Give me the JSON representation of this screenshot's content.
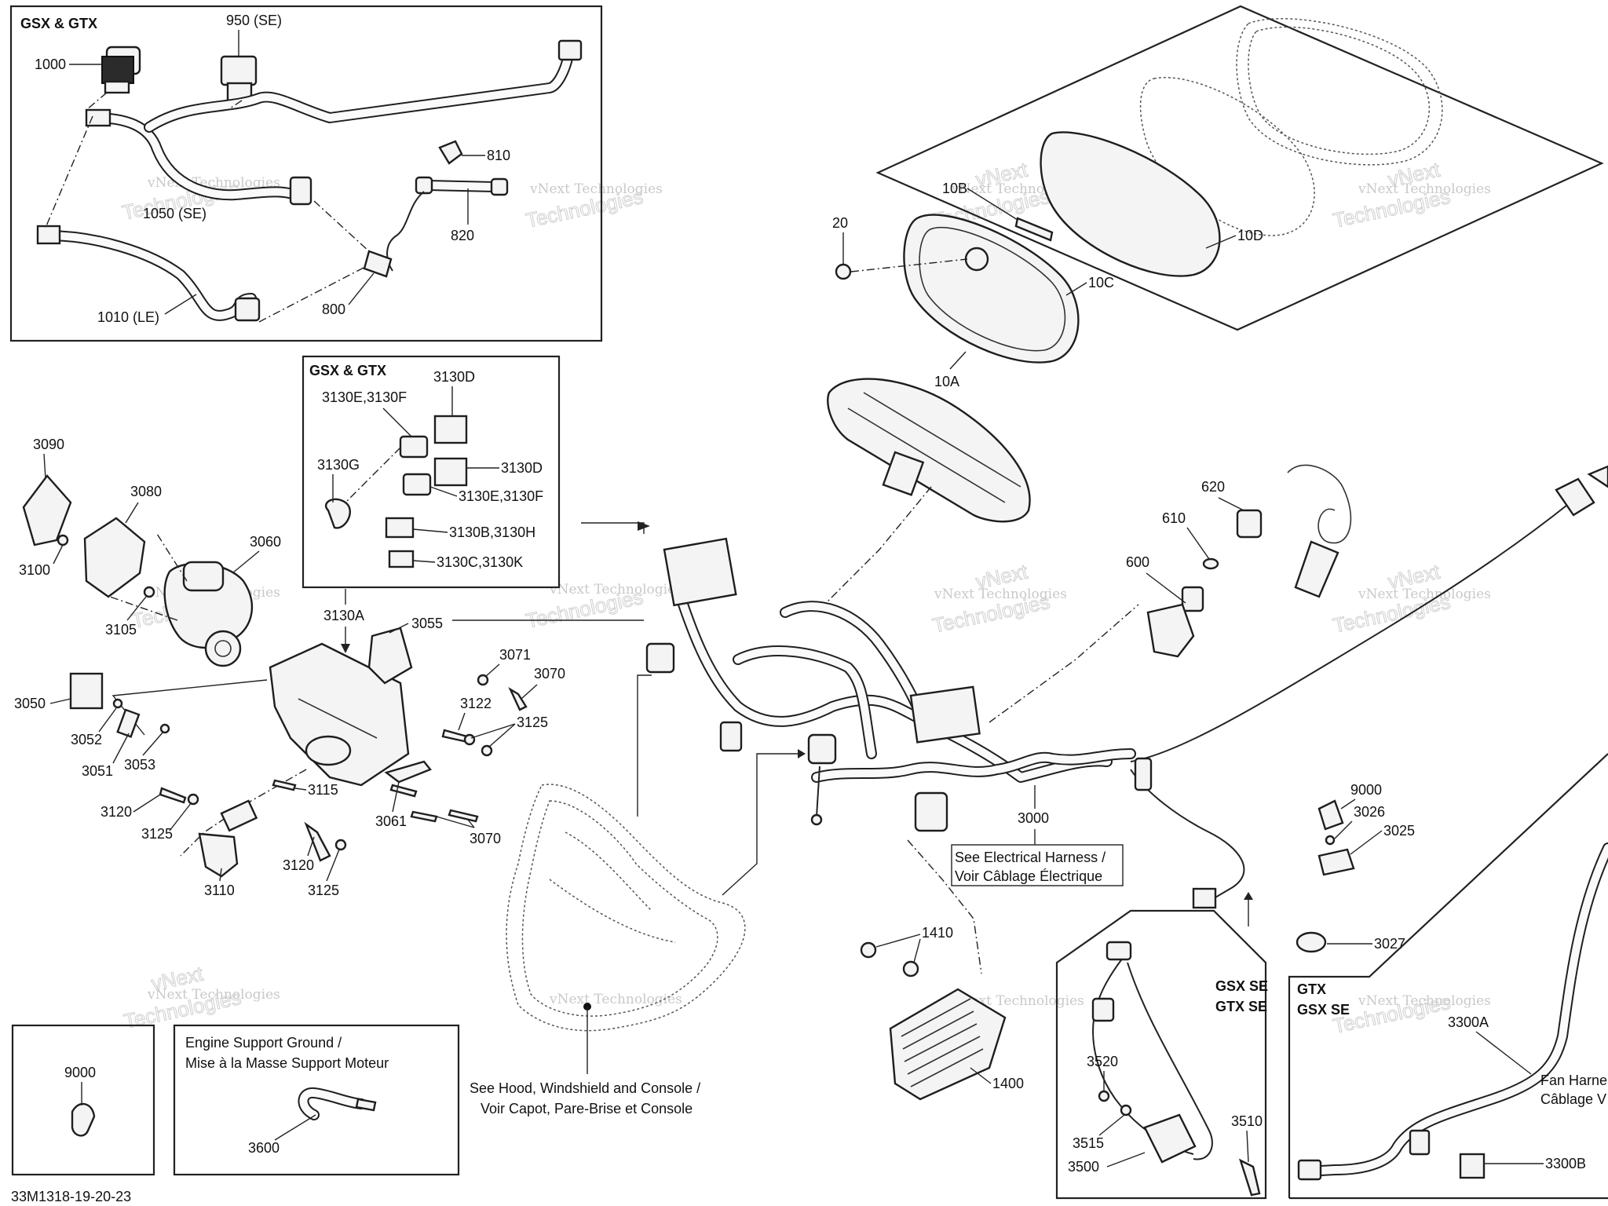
{
  "diagram_id": "33M1318-19-20-23",
  "watermark": {
    "line1": "vNext Technologies",
    "line2": "Technologies",
    "top": "vNext"
  },
  "boxes": {
    "top_left": {
      "title": "GSX & GTX"
    },
    "relays": {
      "title": "GSX & GTX"
    },
    "se": {
      "title_1": "GSX SE",
      "title_2": "GTX SE"
    },
    "fan": {
      "title_1": "GTX",
      "title_2": "GSX SE",
      "note_1": "Fan Harne",
      "note_2": "Câblage V"
    },
    "ground": {
      "note_1": "Engine Support Ground /",
      "note_2": "Mise à la Masse Support Moteur"
    }
  },
  "notes": {
    "harness_1": "See Electrical Harness /",
    "harness_2": "Voir Câblage Électrique",
    "hood_1": "See Hood, Windshield and Console /",
    "hood_2": "Voir Capot, Pare-Brise et Console"
  },
  "labels": {
    "p1000": "1000",
    "p950": "950 (SE)",
    "p810": "810",
    "p1050": "1050 (SE)",
    "p820": "820",
    "p800": "800",
    "p1010": "1010 (LE)",
    "p10b": "10B",
    "p20": "20",
    "p10d": "10D",
    "p10c": "10C",
    "p10a": "10A",
    "p3130d_1": "3130D",
    "p3130ef_1": "3130E,3130F",
    "p3130g": "3130G",
    "p3130d_2": "3130D",
    "p3130ef_2": "3130E,3130F",
    "p3130bh": "3130B,3130H",
    "p3130ck": "3130C,3130K",
    "p3130a": "3130A",
    "p3090": "3090",
    "p3080": "3080",
    "p3060": "3060",
    "p3100": "3100",
    "p3105": "3105",
    "p3055": "3055",
    "p3071": "3071",
    "p3070_1": "3070",
    "p3050": "3050",
    "p3122": "3122",
    "p3125_1": "3125",
    "p3052": "3052",
    "p3051": "3051",
    "p3053": "3053",
    "p3120_1": "3120",
    "p3125_2": "3125",
    "p3115": "3115",
    "p3061": "3061",
    "p3070_2": "3070",
    "p3110": "3110",
    "p3120_2": "3120",
    "p3125_3": "3125",
    "p620": "620",
    "p610": "610",
    "p600": "600",
    "p3000": "3000",
    "p9000_1": "9000",
    "p3026": "3026",
    "p3025": "3025",
    "p3027": "3027",
    "p1410": "1410",
    "p1400": "1400",
    "p3520": "3520",
    "p3515": "3515",
    "p3510": "3510",
    "p3500": "3500",
    "p3300a": "3300A",
    "p3300b": "3300B",
    "p9000_2": "9000",
    "p3600": "3600"
  }
}
